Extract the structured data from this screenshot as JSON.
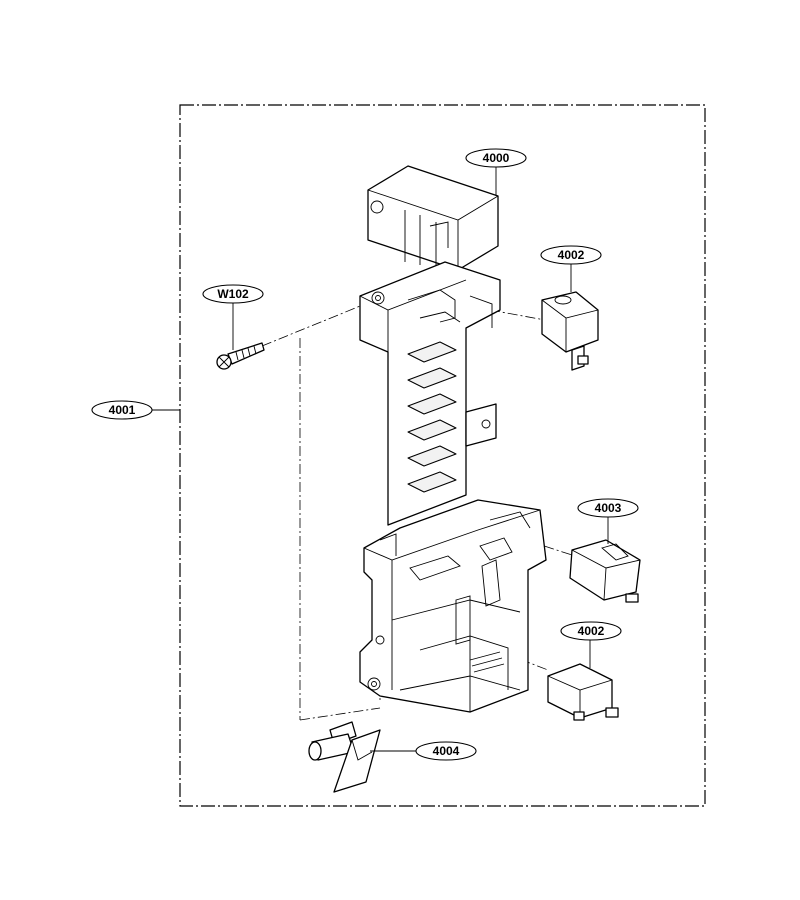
{
  "diagram": {
    "callouts": [
      {
        "id": "4000",
        "label": "4000"
      },
      {
        "id": "4001",
        "label": "4001"
      },
      {
        "id": "4002a",
        "label": "4002"
      },
      {
        "id": "4002b",
        "label": "4002"
      },
      {
        "id": "4003",
        "label": "4003"
      },
      {
        "id": "4004",
        "label": "4004"
      },
      {
        "id": "W102",
        "label": "W102"
      }
    ],
    "parts": [
      {
        "id": "4000",
        "name": "latch-board-frame"
      },
      {
        "id": "4002a",
        "name": "micro-switch-upper"
      },
      {
        "id": "4003",
        "name": "micro-switch-middle"
      },
      {
        "id": "4002b",
        "name": "micro-switch-lower"
      },
      {
        "id": "4004",
        "name": "lever-arm"
      },
      {
        "id": "W102",
        "name": "screw"
      }
    ],
    "frame_style": "dash-dot"
  }
}
